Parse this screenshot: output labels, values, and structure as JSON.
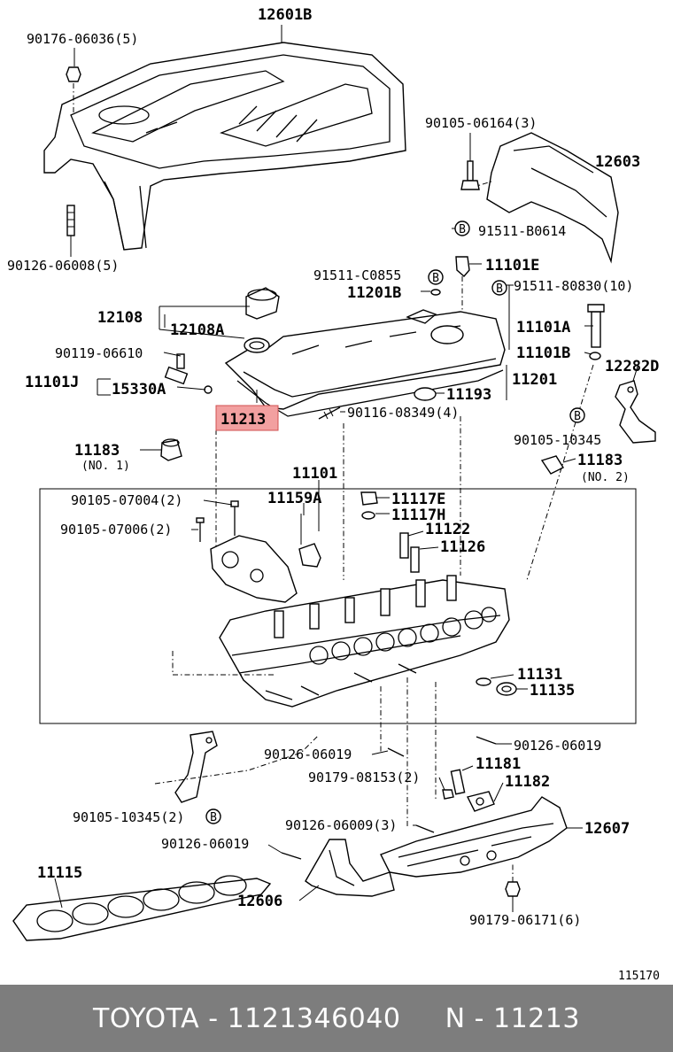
{
  "figure_number": "115170",
  "footer": {
    "brand": "TOYOTA",
    "separator": " - ",
    "oem_number": "1121346040",
    "gap": "     ",
    "ref_label": "N",
    "ref_number": "11213"
  },
  "highlight_color": "#f2a0a0",
  "labels": [
    {
      "id": "12601B",
      "text": "12601B"
    },
    {
      "id": "90176-06036",
      "text": "90176-06036(5)"
    },
    {
      "id": "90126-06008",
      "text": "90126-06008(5)"
    },
    {
      "id": "90105-06164",
      "text": "90105-06164(3)"
    },
    {
      "id": "12603",
      "text": "12603"
    },
    {
      "id": "91511-B0614",
      "text": "91511-B0614"
    },
    {
      "id": "11101E",
      "text": "11101E"
    },
    {
      "id": "91511-C0855",
      "text": "91511-C0855"
    },
    {
      "id": "11201B",
      "text": "11201B"
    },
    {
      "id": "91511-80830",
      "text": "91511-80830(10)"
    },
    {
      "id": "12108",
      "text": "12108"
    },
    {
      "id": "12108A",
      "text": "12108A"
    },
    {
      "id": "11101A",
      "text": "11101A"
    },
    {
      "id": "90119-06610",
      "text": "90119-06610"
    },
    {
      "id": "11101B",
      "text": "11101B"
    },
    {
      "id": "12282D",
      "text": "12282D"
    },
    {
      "id": "11101J",
      "text": "11101J"
    },
    {
      "id": "15330A",
      "text": "15330A"
    },
    {
      "id": "11193",
      "text": "11193"
    },
    {
      "id": "11201",
      "text": "11201"
    },
    {
      "id": "11213",
      "text": "11213"
    },
    {
      "id": "90116-08349",
      "text": "90116-08349(4)"
    },
    {
      "id": "90105-10345-r",
      "text": "90105-10345"
    },
    {
      "id": "11183-1",
      "text": "11183"
    },
    {
      "id": "no1",
      "text": "(NO. 1)"
    },
    {
      "id": "11183-2",
      "text": "11183"
    },
    {
      "id": "no2",
      "text": "(NO. 2)"
    },
    {
      "id": "11101",
      "text": "11101"
    },
    {
      "id": "90105-07004",
      "text": "90105-07004(2)"
    },
    {
      "id": "11159A",
      "text": "11159A"
    },
    {
      "id": "11117E",
      "text": "11117E"
    },
    {
      "id": "11117H",
      "text": "11117H"
    },
    {
      "id": "90105-07006",
      "text": "90105-07006(2)"
    },
    {
      "id": "11122",
      "text": "11122"
    },
    {
      "id": "11126",
      "text": "11126"
    },
    {
      "id": "11131",
      "text": "11131"
    },
    {
      "id": "11135",
      "text": "11135"
    },
    {
      "id": "90126-06019-a",
      "text": "90126-06019"
    },
    {
      "id": "90126-06019-b",
      "text": "90126-06019"
    },
    {
      "id": "11181",
      "text": "11181"
    },
    {
      "id": "90179-08153",
      "text": "90179-08153(2)"
    },
    {
      "id": "11182",
      "text": "11182"
    },
    {
      "id": "90105-10345-l",
      "text": "90105-10345(2)"
    },
    {
      "id": "90126-06009",
      "text": "90126-06009(3)"
    },
    {
      "id": "12607",
      "text": "12607"
    },
    {
      "id": "90126-06019-c",
      "text": "90126-06019"
    },
    {
      "id": "11115",
      "text": "11115"
    },
    {
      "id": "12606",
      "text": "12606"
    },
    {
      "id": "90179-06171",
      "text": "90179-06171(6)"
    }
  ],
  "callout_letter": "B"
}
